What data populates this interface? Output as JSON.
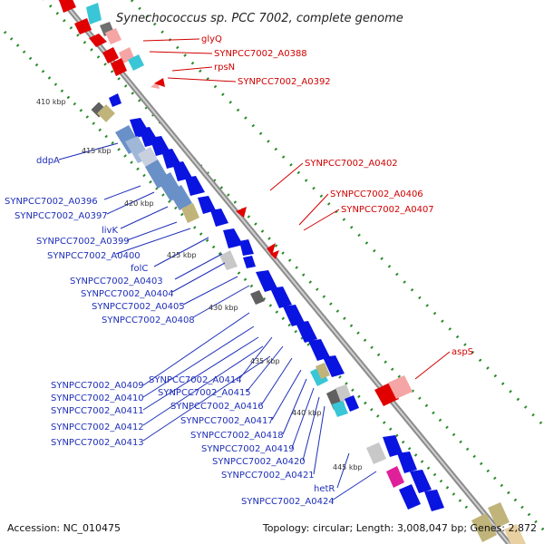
{
  "title": "Synechococcus sp. PCC 7002, complete genome",
  "accession": "Accession: NC_010475",
  "topology": "Topology: circular; Length: 3,008,047 bp; Genes: 2,872",
  "colors": {
    "forward_gene": "#e00000",
    "reverse_gene": "#0a14e0",
    "backbone": "#8c8c8c",
    "gc_dots": "#2a8a2a",
    "label_blue": "#1f2fb8",
    "label_red": "#d00000"
  },
  "kbp_ticks": [
    "410 kbp",
    "415 kbp",
    "420 kbp",
    "425 kbp",
    "430 kbp",
    "435 kbp",
    "440 kbp",
    "445 kbp"
  ],
  "labels_red": [
    "glyQ",
    "SYNPCC7002_A0388",
    "rpsN",
    "SYNPCC7002_A0392",
    "SYNPCC7002_A0402",
    "SYNPCC7002_A0406",
    "SYNPCC7002_A0407",
    "aspS"
  ],
  "labels_blue": [
    "ddpA",
    "SYNPCC7002_A0396",
    "SYNPCC7002_A0397",
    "livK",
    "SYNPCC7002_A0399",
    "SYNPCC7002_A0400",
    "folC",
    "SYNPCC7002_A0403",
    "SYNPCC7002_A0404",
    "SYNPCC7002_A0405",
    "SYNPCC7002_A0408",
    "SYNPCC7002_A0409",
    "SYNPCC7002_A0414",
    "SYNPCC7002_A0410",
    "SYNPCC7002_A0415",
    "SYNPCC7002_A0411",
    "SYNPCC7002_A0416",
    "SYNPCC7002_A0412",
    "SYNPCC7002_A0417",
    "SYNPCC7002_A0413",
    "SYNPCC7002_A0418",
    "SYNPCC7002_A0419",
    "SYNPCC7002_A0420",
    "SYNPCC7002_A0421",
    "hetR",
    "SYNPCC7002_A0424"
  ]
}
